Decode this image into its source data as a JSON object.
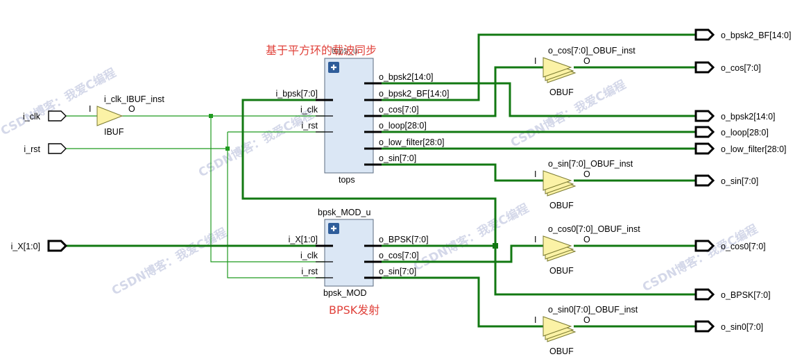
{
  "annotations": {
    "square_loop": "基于平方环的载波同步",
    "bpsk_tx": "BPSK发射"
  },
  "watermark": "CSDN博客：我爱C编程",
  "inputs": {
    "clk": "i_clk",
    "rst": "i_rst",
    "x": "i_X[1:0]"
  },
  "ibuf": {
    "inst": "i_clk_IBUF_inst",
    "type": "IBUF",
    "pin_in": "I",
    "pin_out": "O"
  },
  "tops": {
    "inst": "tops_u",
    "type": "tops",
    "in_pins": [
      "i_bpsk[7:0]",
      "i_clk",
      "i_rst"
    ],
    "out_pins": [
      "o_bpsk2[14:0]",
      "o_bpsk2_BF[14:0]",
      "o_cos[7:0]",
      "o_loop[28:0]",
      "o_low_filter[28:0]",
      "o_sin[7:0]"
    ]
  },
  "bpsk_mod": {
    "inst": "bpsk_MOD_u",
    "type": "bpsk_MOD",
    "in_pins": [
      "i_X[1:0]",
      "i_clk",
      "i_rst"
    ],
    "out_pins": [
      "o_BPSK[7:0]",
      "o_cos[7:0]",
      "o_sin[7:0]"
    ]
  },
  "obufs": [
    {
      "inst": "o_cos[7:0]_OBUF_inst",
      "type": "OBUF",
      "pin_in": "I",
      "pin_out": "O"
    },
    {
      "inst": "o_sin[7:0]_OBUF_inst",
      "type": "OBUF",
      "pin_in": "I",
      "pin_out": "O"
    },
    {
      "inst": "o_cos0[7:0]_OBUF_inst",
      "type": "OBUF",
      "pin_in": "I",
      "pin_out": "O"
    },
    {
      "inst": "o_sin0[7:0]_OBUF_inst",
      "type": "OBUF",
      "pin_in": "I",
      "pin_out": "O"
    }
  ],
  "outputs": [
    "o_bpsk2_BF[14:0]",
    "o_cos[7:0]",
    "o_bpsk2[14:0]",
    "o_loop[28:0]",
    "o_low_filter[28:0]",
    "o_sin[7:0]",
    "o_cos0[7:0]",
    "o_BPSK[7:0]",
    "o_sin0[7:0]"
  ]
}
